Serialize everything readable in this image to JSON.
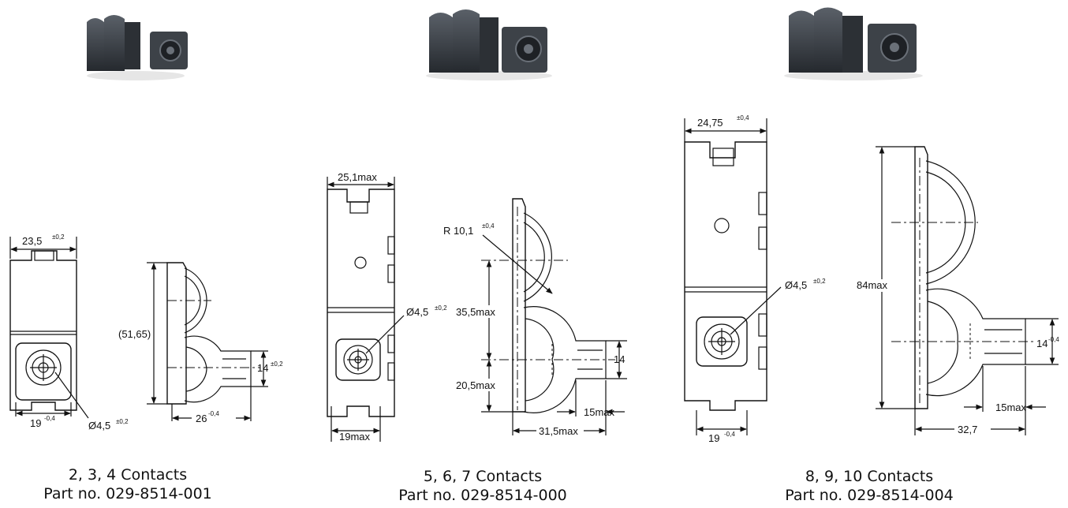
{
  "products": [
    {
      "caption_contacts": "2, 3, 4 Contacts",
      "caption_part": "Part no. 029-8514-001",
      "dims": {
        "width_top": "23,5",
        "width_top_tol": "±0,2",
        "width_bottom": "19",
        "width_bottom_tol": "-0,4",
        "hole": "Ø4,5",
        "hole_tol": "±0,2",
        "height": "(51,65)",
        "tab_height": "14",
        "tab_height_tol": "±0,2",
        "depth": "26",
        "depth_tol": "-0,4"
      }
    },
    {
      "caption_contacts": "5, 6, 7 Contacts",
      "caption_part": "Part no. 029-8514-000",
      "dims": {
        "width_top": "25,1max",
        "width_bottom": "19max",
        "hole": "Ø4,5",
        "hole_tol": "±0,2",
        "radius": "R 10,1",
        "radius_tol": "±0,4",
        "pitch": "35,5max",
        "offset": "20,5max",
        "tab_height": "14",
        "tab_depth": "15max",
        "depth": "31,5max"
      }
    },
    {
      "caption_contacts": "8, 9, 10 Contacts",
      "caption_part": "Part no. 029-8514-004",
      "dims": {
        "width_top": "24,75",
        "width_top_tol": "±0,4",
        "width_bottom": "19",
        "width_bottom_tol": "-0,4",
        "hole": "Ø4,5",
        "hole_tol": "±0,2",
        "height": "84max",
        "tab_height": "14",
        "tab_height_tol": "-0,4",
        "tab_depth": "15max",
        "depth": "32,7"
      }
    }
  ],
  "colors": {
    "line": "#111111",
    "photo_body": "#3a3f45",
    "photo_shade": "#24282d"
  }
}
